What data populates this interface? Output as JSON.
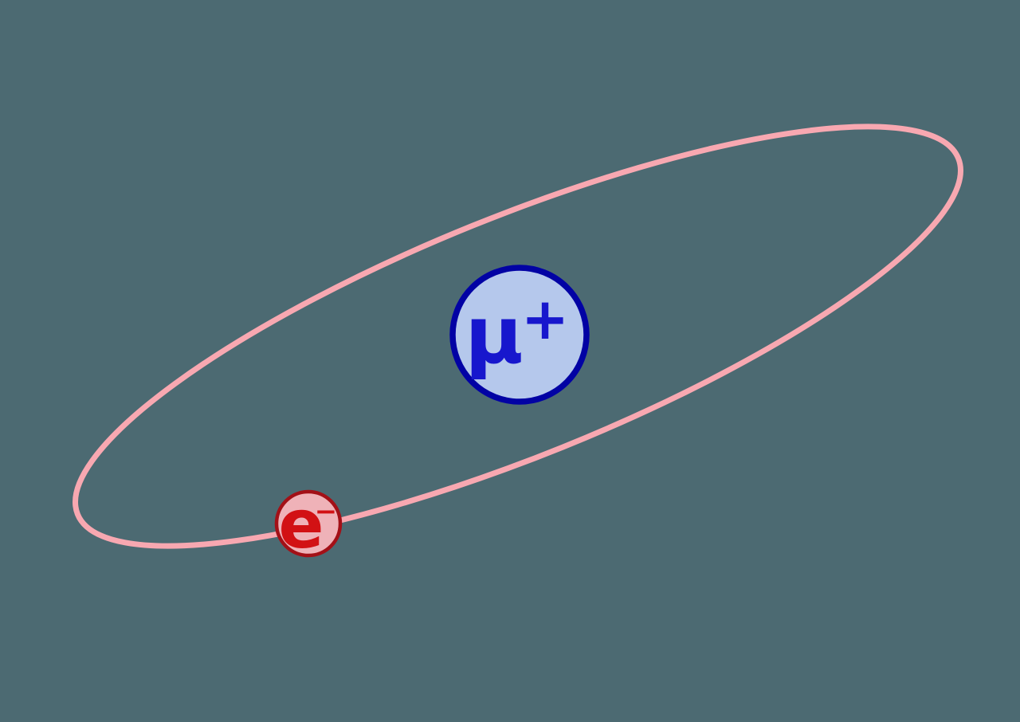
{
  "diagram": {
    "kind": "muonium-atom",
    "colors": {
      "background": "#4c6a72",
      "orbit_stroke": "#f8a8b1",
      "muon_fill": "#b5c8ec",
      "muon_border": "#0202a4",
      "muon_text": "#1717cd",
      "electron_fill": "#efb2b8",
      "electron_border": "#a31017",
      "electron_text": "#d21114"
    },
    "muon": {
      "symbol": "μ",
      "charge": "+"
    },
    "electron": {
      "symbol": "e",
      "charge": "−"
    }
  }
}
